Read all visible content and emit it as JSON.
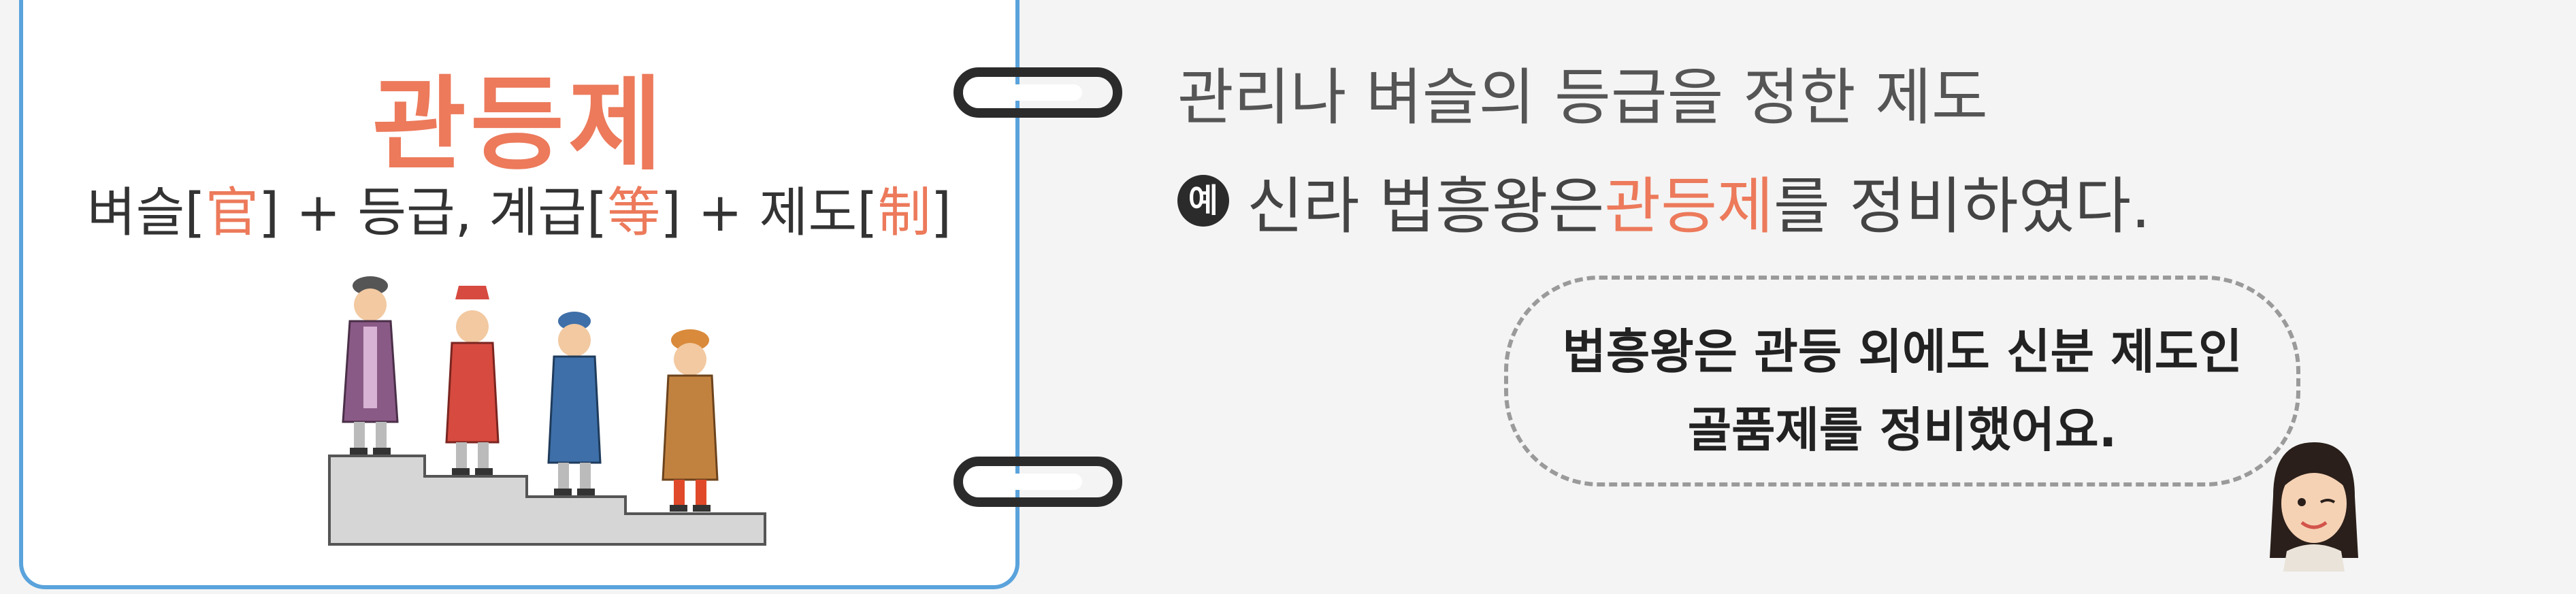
{
  "card": {
    "title": "관등제",
    "etymology": {
      "part1_text": "벼슬[",
      "part1_hanja": "官",
      "part2_text": "] + 등급, 계급[",
      "part2_hanja": "等",
      "part3_text": "] + 제도[",
      "part3_hanja": "制",
      "part4_text": "]"
    },
    "illustration": "four-officials-on-stairs"
  },
  "definition": "관리나 벼슬의 등급을 정한 제도",
  "example": {
    "badge": "예",
    "before": "신라 법흥왕은 ",
    "keyword": "관등제",
    "after": "를 정비하였다."
  },
  "speech_bubble": {
    "line1": "법흥왕은 관등 외에도 신분 제도인",
    "line2": "골품제를 정비했어요."
  },
  "colors": {
    "accent": "#ec7a5b",
    "card_border": "#5aa3dc"
  },
  "icons": [
    "binder-ring-icon",
    "example-badge-icon",
    "teacher-avatar-icon"
  ]
}
